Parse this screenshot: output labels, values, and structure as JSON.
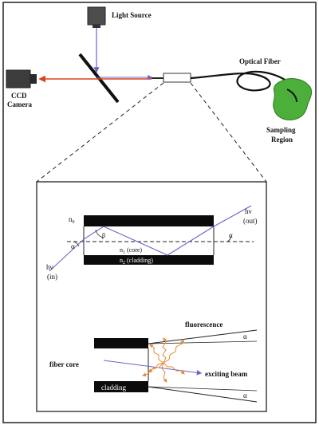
{
  "labels": {
    "light_source": "Light Source",
    "ccd_line1": "CCD",
    "ccd_line2": "Camera",
    "optical_fiber": "Optical Fiber",
    "sampling_line1": "Sampling",
    "sampling_line2": "Region",
    "n0": "n",
    "n0_sub": "0",
    "n1": "n",
    "n1_sub": "1",
    "n1_suffix": " (core)",
    "n2": "n",
    "n2_sub": "2",
    "n2_suffix": " (cladding)",
    "alpha": "α",
    "beta": "β",
    "hv_out_line1": "hν",
    "hv_out_line2": "(out)",
    "hv_in_line1": "hν",
    "hv_in_line2": "(in)",
    "fluorescence": "fluorescence",
    "fiber_core": "fiber core",
    "exciting_beam": "exciting beam",
    "cladding": "cladding"
  },
  "colors": {
    "line": "#1a1a1a",
    "beam_blue": "#6b63c8",
    "beam_red": "#d9421f",
    "fluor_orange": "#e58a3a",
    "sampling_green": "#4caf3a",
    "box_gray": "#555555"
  },
  "icons": [
    "light-source-icon",
    "ccd-camera-icon",
    "beam-splitter-icon",
    "sampling-region-blob"
  ]
}
